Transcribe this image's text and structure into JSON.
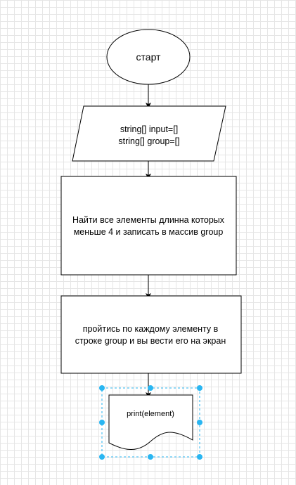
{
  "diagram": {
    "colors": {
      "stroke": "#000000",
      "fill": "#ffffff",
      "grid": "#e6e6e6",
      "selection": "#29b6f2",
      "handle": "#29b6f2"
    },
    "nodes": {
      "start": {
        "label": "старт"
      },
      "input": {
        "lines": [
          "string[] input=[]",
          "string[] group=[]"
        ]
      },
      "process_find": {
        "lines": [
          "Найти все элементы длинна которых",
          "меньше 4 и записать в массив group"
        ]
      },
      "process_loop": {
        "lines": [
          "пройтись по каждому элементу в",
          "строке group и вы вести его на экран"
        ]
      },
      "output_doc": {
        "label": "print(element)"
      }
    }
  }
}
